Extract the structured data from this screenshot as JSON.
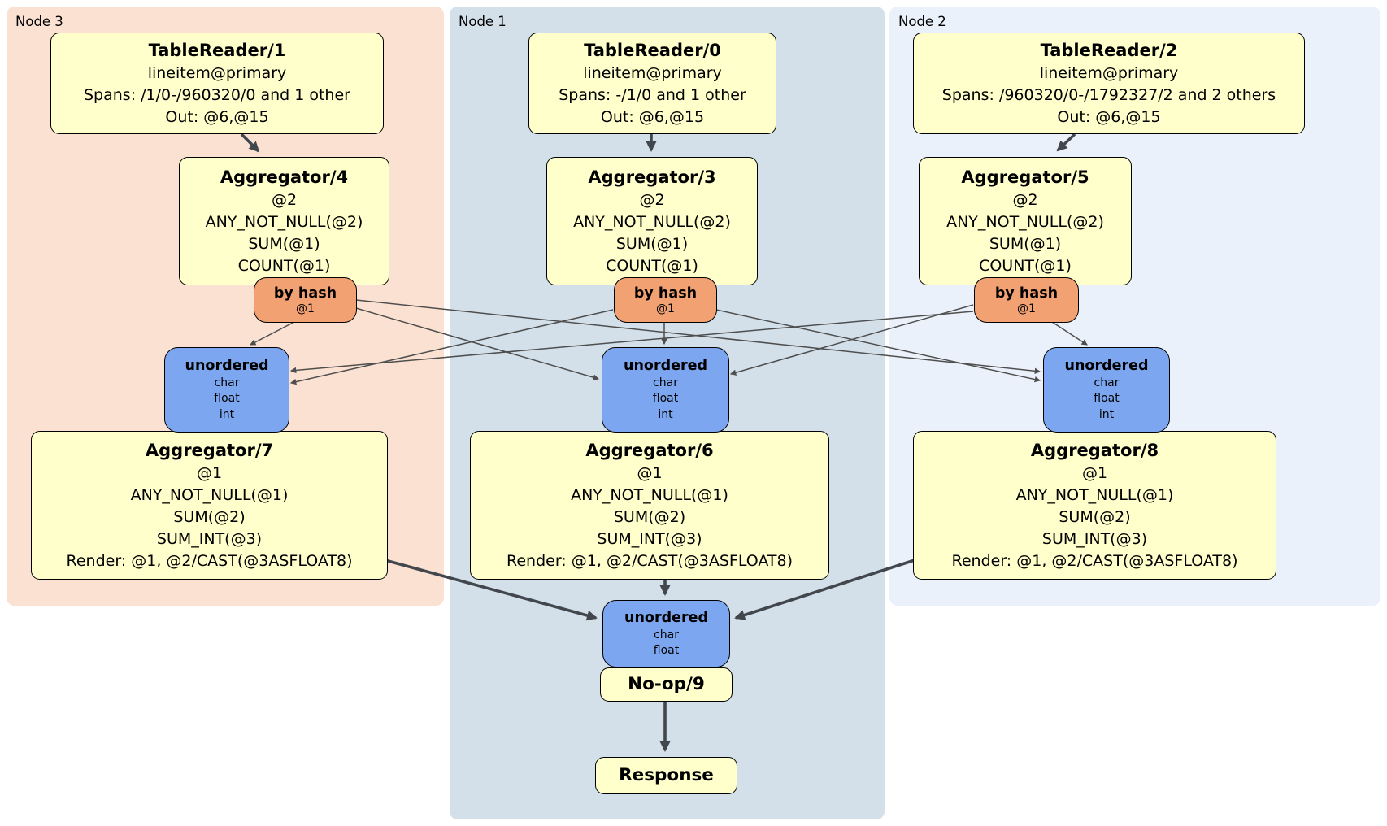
{
  "panels": [
    {
      "label": "Node 3"
    },
    {
      "label": "Node 1"
    },
    {
      "label": "Node 2"
    }
  ],
  "boxes": {
    "tr1": {
      "title": "TableReader/1",
      "lines": [
        "lineitem@primary",
        "Spans: /1/0-/960320/0 and 1 other",
        "Out: @6,@15"
      ]
    },
    "tr0": {
      "title": "TableReader/0",
      "lines": [
        "lineitem@primary",
        "Spans: -/1/0 and 1 other",
        "Out: @6,@15"
      ]
    },
    "tr2": {
      "title": "TableReader/2",
      "lines": [
        "lineitem@primary",
        "Spans: /960320/0-/1792327/2 and 2 others",
        "Out: @6,@15"
      ]
    },
    "agg4": {
      "title": "Aggregator/4",
      "lines": [
        "@2",
        "ANY_NOT_NULL(@2)",
        "SUM(@1)",
        "COUNT(@1)"
      ]
    },
    "agg3": {
      "title": "Aggregator/3",
      "lines": [
        "@2",
        "ANY_NOT_NULL(@2)",
        "SUM(@1)",
        "COUNT(@1)"
      ]
    },
    "agg5": {
      "title": "Aggregator/5",
      "lines": [
        "@2",
        "ANY_NOT_NULL(@2)",
        "SUM(@1)",
        "COUNT(@1)"
      ]
    },
    "router3": {
      "title": "by hash",
      "lines": [
        "@1"
      ]
    },
    "router1": {
      "title": "by hash",
      "lines": [
        "@1"
      ]
    },
    "router2": {
      "title": "by hash",
      "lines": [
        "@1"
      ]
    },
    "sync3": {
      "title": "unordered",
      "lines": [
        "char",
        "float",
        "int"
      ]
    },
    "sync1": {
      "title": "unordered",
      "lines": [
        "char",
        "float",
        "int"
      ]
    },
    "sync2": {
      "title": "unordered",
      "lines": [
        "char",
        "float",
        "int"
      ]
    },
    "agg7": {
      "title": "Aggregator/7",
      "lines": [
        "@1",
        "ANY_NOT_NULL(@1)",
        "SUM(@2)",
        "SUM_INT(@3)",
        "Render: @1, @2/CAST(@3ASFLOAT8)"
      ]
    },
    "agg6": {
      "title": "Aggregator/6",
      "lines": [
        "@1",
        "ANY_NOT_NULL(@1)",
        "SUM(@2)",
        "SUM_INT(@3)",
        "Render: @1, @2/CAST(@3ASFLOAT8)"
      ]
    },
    "agg8": {
      "title": "Aggregator/8",
      "lines": [
        "@1",
        "ANY_NOT_NULL(@1)",
        "SUM(@2)",
        "SUM_INT(@3)",
        "Render: @1, @2/CAST(@3ASFLOAT8)"
      ]
    },
    "syncFinal": {
      "title": "unordered",
      "lines": [
        "char",
        "float"
      ]
    },
    "noop": {
      "title": "No-op/9"
    },
    "response": {
      "title": "Response"
    }
  },
  "colors": {
    "panel_node3_bg": "#FBE1D1",
    "panel_node1_bg": "#D3E0EA",
    "panel_node2_bg": "#EBF1FA",
    "operator_box_bg": "#FFFFCC",
    "hash_router_bg": "#F2A173",
    "unordered_sync_bg": "#7CA7F0",
    "box_border": "#000000",
    "edge_thick": "#41474D",
    "edge_thin": "#4E4E4E"
  }
}
